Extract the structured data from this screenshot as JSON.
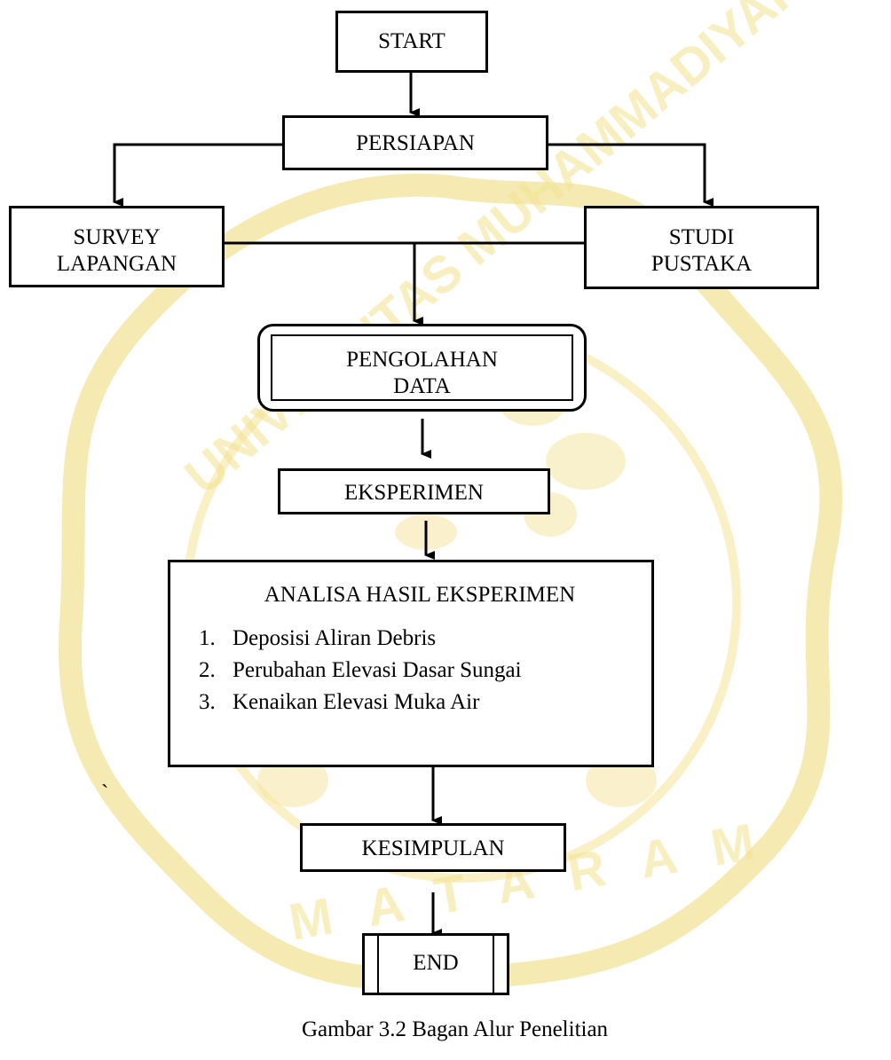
{
  "diagram": {
    "start": "START",
    "persiapan": "PERSIAPAN",
    "survey": "SURVEY\nLAPANGAN",
    "studi": "STUDI\nPUSTAKA",
    "pengolahan": "PENGOLAHAN\nDATA",
    "eksperimen": "EKSPERIMEN",
    "analisa": {
      "title": "ANALISA HASIL EKSPERIMEN",
      "items": [
        {
          "num": "1.",
          "text": "Deposisi Aliran Debris"
        },
        {
          "num": "2.",
          "text": "Perubahan Elevasi Dasar Sungai"
        },
        {
          "num": "3.",
          "text": "Kenaikan Elevasi Muka Air"
        }
      ]
    },
    "kesimpulan": "KESIMPULAN",
    "end": "END",
    "stray_mark": "`"
  },
  "caption": "Gambar 3.2 Bagan Alur Penelitian",
  "watermark": {
    "text_top": "UNIVERSITAS MUHAMMADIYAH",
    "text_bottom": "MATARAM",
    "color": "#f5e8a0"
  }
}
